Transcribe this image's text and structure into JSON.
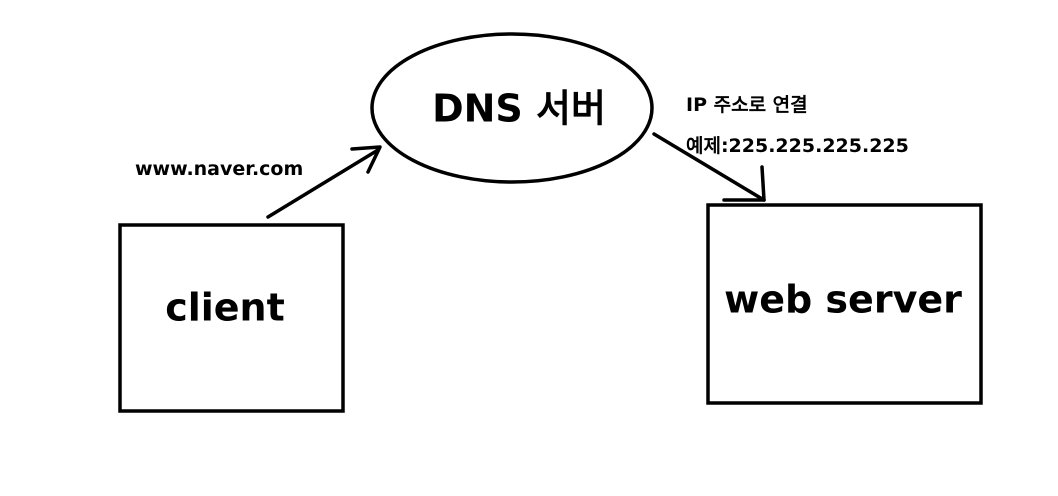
{
  "colors": {
    "background": "#ffffff",
    "ink": "#000000"
  },
  "nodes": {
    "client": {
      "label": "client"
    },
    "dns_server": {
      "label": "DNS 서버"
    },
    "web_server": {
      "label": "web server"
    }
  },
  "edges": {
    "client_to_dns": {
      "label": "www.naver.com"
    },
    "dns_to_web": {
      "label_line1": "IP 주소로 연결",
      "label_line2": "예제:225.225.225.225"
    }
  }
}
